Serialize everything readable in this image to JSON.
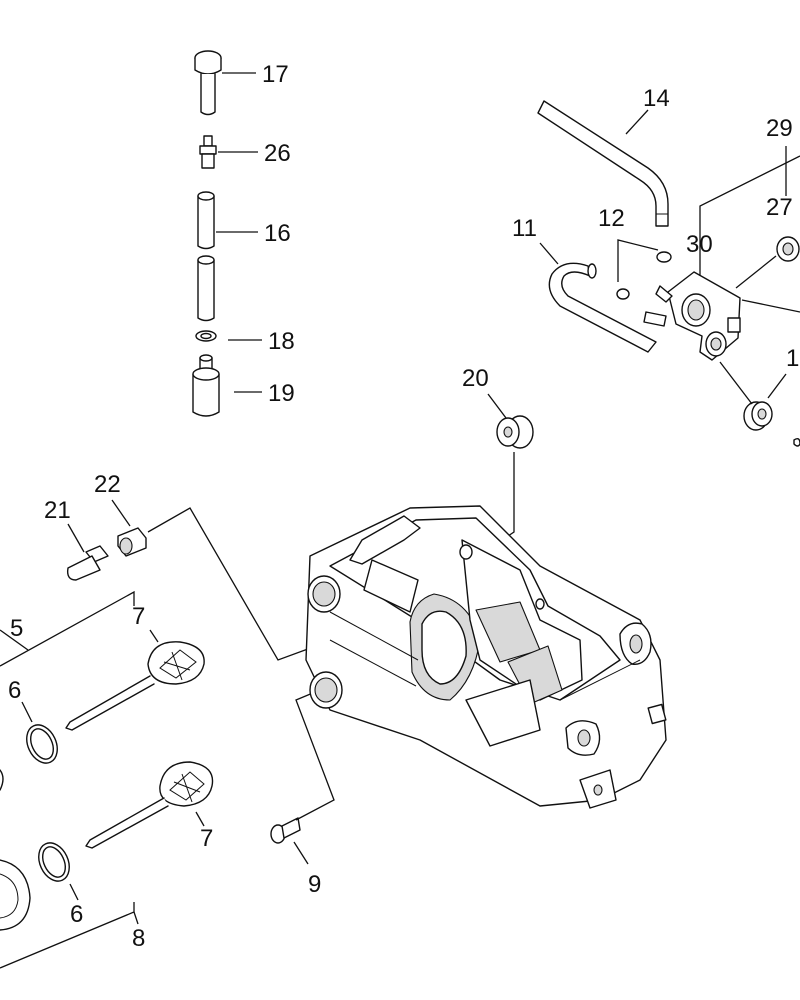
{
  "callouts": {
    "p17": "17",
    "p26": "26",
    "p16": "16",
    "p18": "18",
    "p19": "19",
    "p14": "14",
    "p29": "29",
    "p27": "27",
    "p11": "11",
    "p12": "12",
    "p30": "30",
    "p1x": "1",
    "p20": "20",
    "p22": "22",
    "p21": "21",
    "p5": "5",
    "p7a": "7",
    "p6a": "6",
    "p7b": "7",
    "p6b": "6",
    "p9": "9",
    "p8": "8"
  }
}
